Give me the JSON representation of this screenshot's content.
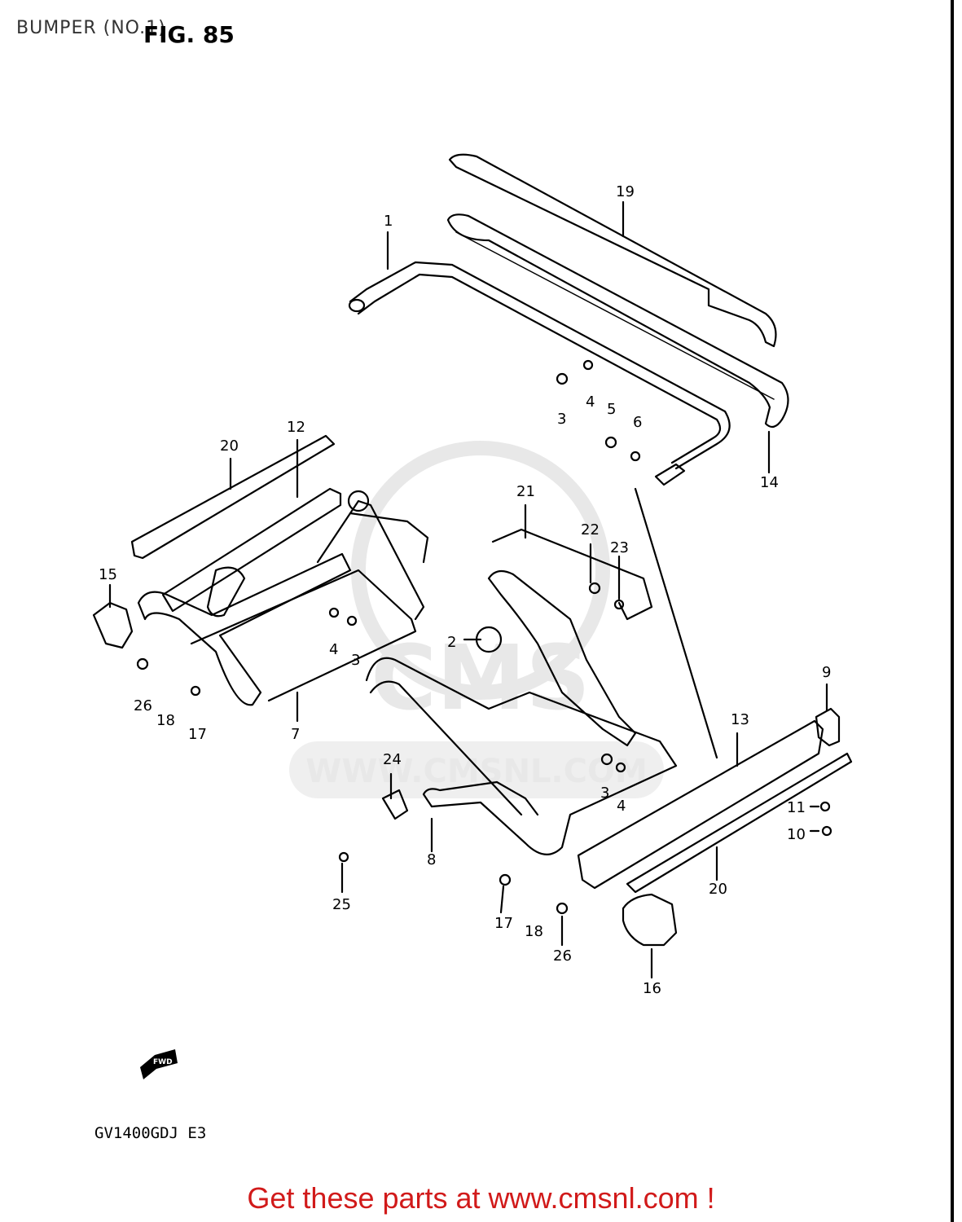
{
  "header": {
    "page_label": "BUMPER (NO.1)",
    "fig_label": "FIG. 85"
  },
  "footer": {
    "model_code": "GV1400GDJ E3",
    "cta": "Get these parts at www.cmsnl.com !",
    "fwd_label": "FWD"
  },
  "watermark": {
    "brand": "CMS",
    "url": "WWW.CMSNL.COM"
  },
  "callouts": {
    "c1": "1",
    "c2": "2",
    "c3a": "3",
    "c3b": "3",
    "c3c": "3",
    "c4a": "4",
    "c4b": "4",
    "c4c": "4",
    "c5": "5",
    "c6": "6",
    "c7": "7",
    "c8": "8",
    "c9": "9",
    "c10": "10",
    "c11": "11",
    "c12": "12",
    "c13": "13",
    "c14": "14",
    "c15": "15",
    "c16": "16",
    "c17a": "17",
    "c17b": "17",
    "c18a": "18",
    "c18b": "18",
    "c19": "19",
    "c20a": "20",
    "c20b": "20",
    "c21": "21",
    "c22": "22",
    "c23": "23",
    "c24": "24",
    "c25": "25",
    "c26a": "26",
    "c26b": "26"
  },
  "colors": {
    "cta": "#d11a1a",
    "ink": "#000000",
    "watermark": "#e6e6e6"
  }
}
